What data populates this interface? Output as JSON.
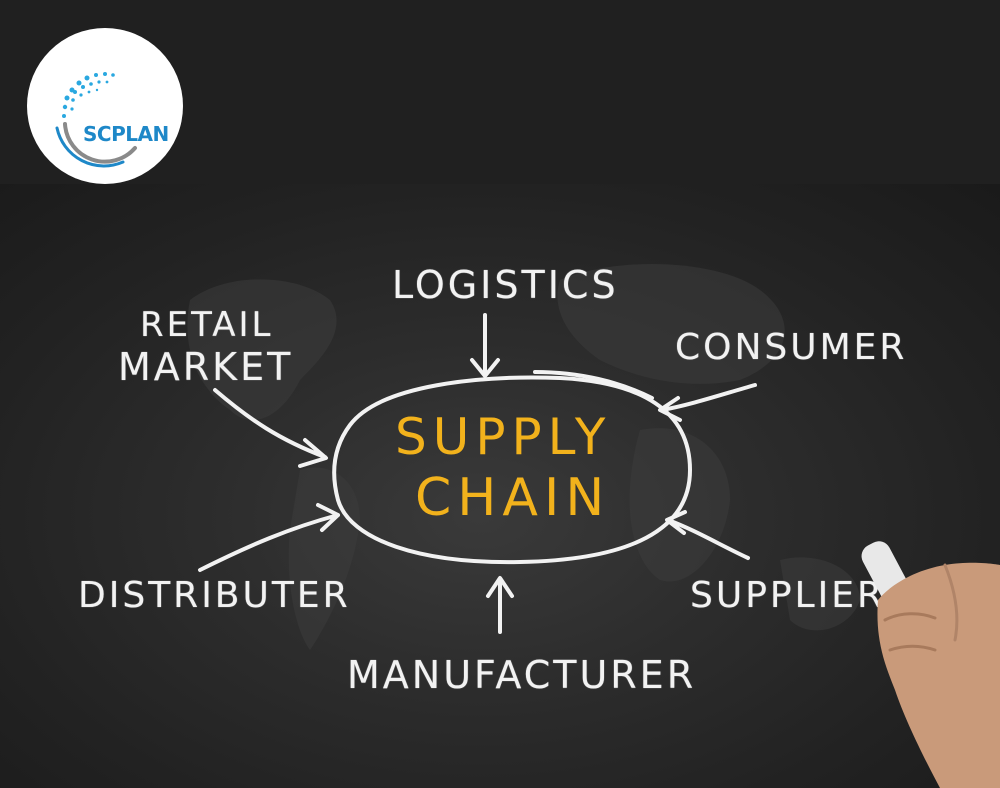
{
  "logo": {
    "text": "SCPLAN",
    "colors": {
      "primary": "#1e88c8",
      "secondary": "#2aa8e0",
      "ring": "#8a8a8a"
    }
  },
  "diagram": {
    "center": {
      "line1": "SUPPLY",
      "line2": "CHAIN",
      "color": "#f2b21c"
    },
    "nodes": {
      "logistics": "LOGISTICS",
      "retail_line1": "RETAIL",
      "retail_line2": "MARKET",
      "consumer": "CONSUMER",
      "distributer": "DISTRIBUTER",
      "supplier": "SUPPLIER",
      "manufacturer": "MANUFACTURER"
    },
    "chalk_color": "#f2f2f2"
  },
  "board": {
    "color": "#2a2a2a"
  }
}
